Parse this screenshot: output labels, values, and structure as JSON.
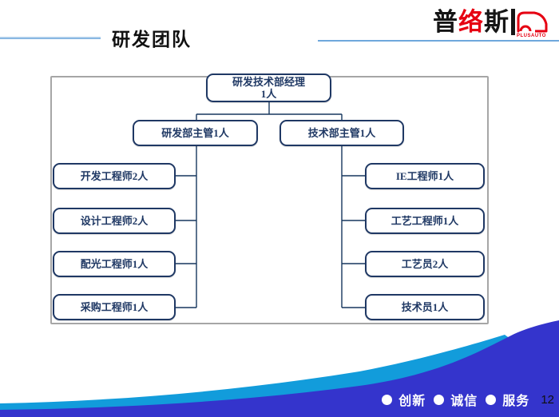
{
  "header": {
    "title": "研发团队"
  },
  "logo": {
    "chars": [
      "普",
      "络",
      "斯"
    ],
    "subtext": "PLUSAUTO"
  },
  "org_chart": {
    "root": {
      "line1": "研发技术部经理",
      "line2": "1人"
    },
    "managers": {
      "left": "研发部主管1人",
      "right": "技术部主管1人"
    },
    "left_roles": [
      "开发工程师2人",
      "设计工程师2人",
      "配光工程师1人",
      "采购工程师1人"
    ],
    "right_roles": [
      "IE工程师1人",
      "工艺工程师1人",
      "工艺员2人",
      "技术员1人"
    ]
  },
  "footer": {
    "values": [
      "创新",
      "诚信",
      "服务"
    ],
    "page_number": "12"
  },
  "colors": {
    "node_navy": "#1f3864",
    "panel_gray": "#a6a6a6",
    "wave_light": "#129cdb",
    "wave_dark": "#3434cc",
    "brand_red": "#e60012",
    "header_rule_blue": "#6fa8dc"
  }
}
